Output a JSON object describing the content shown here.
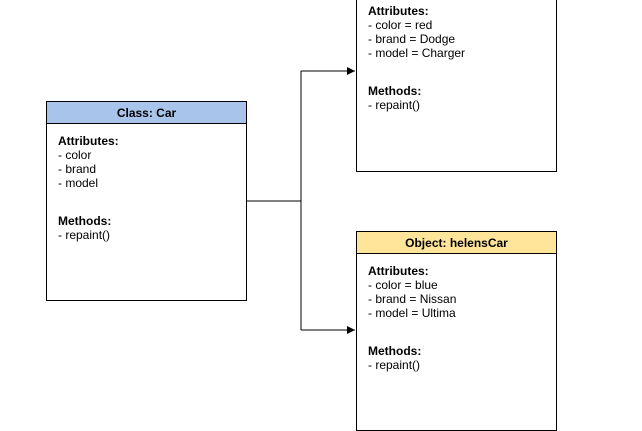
{
  "colors": {
    "class_header": "#A9C4EB",
    "object_header": "#FFE599",
    "line": "#000000"
  },
  "class_box": {
    "header": "Class: Car",
    "attributes_title": "Attributes:",
    "attributes": [
      "- color",
      "- brand",
      "- model"
    ],
    "methods_title": "Methods:",
    "methods": [
      "- repaint()"
    ]
  },
  "object_top": {
    "attributes_title": "Attributes:",
    "attributes": [
      "- color = red",
      "- brand = Dodge",
      "- model = Charger"
    ],
    "methods_title": "Methods:",
    "methods": [
      "- repaint()"
    ]
  },
  "object_bottom": {
    "header": "Object: helensCar",
    "attributes_title": "Attributes:",
    "attributes": [
      "- color = blue",
      "- brand = Nissan",
      "- model = Ultima"
    ],
    "methods_title": "Methods:",
    "methods": [
      "- repaint()"
    ]
  }
}
